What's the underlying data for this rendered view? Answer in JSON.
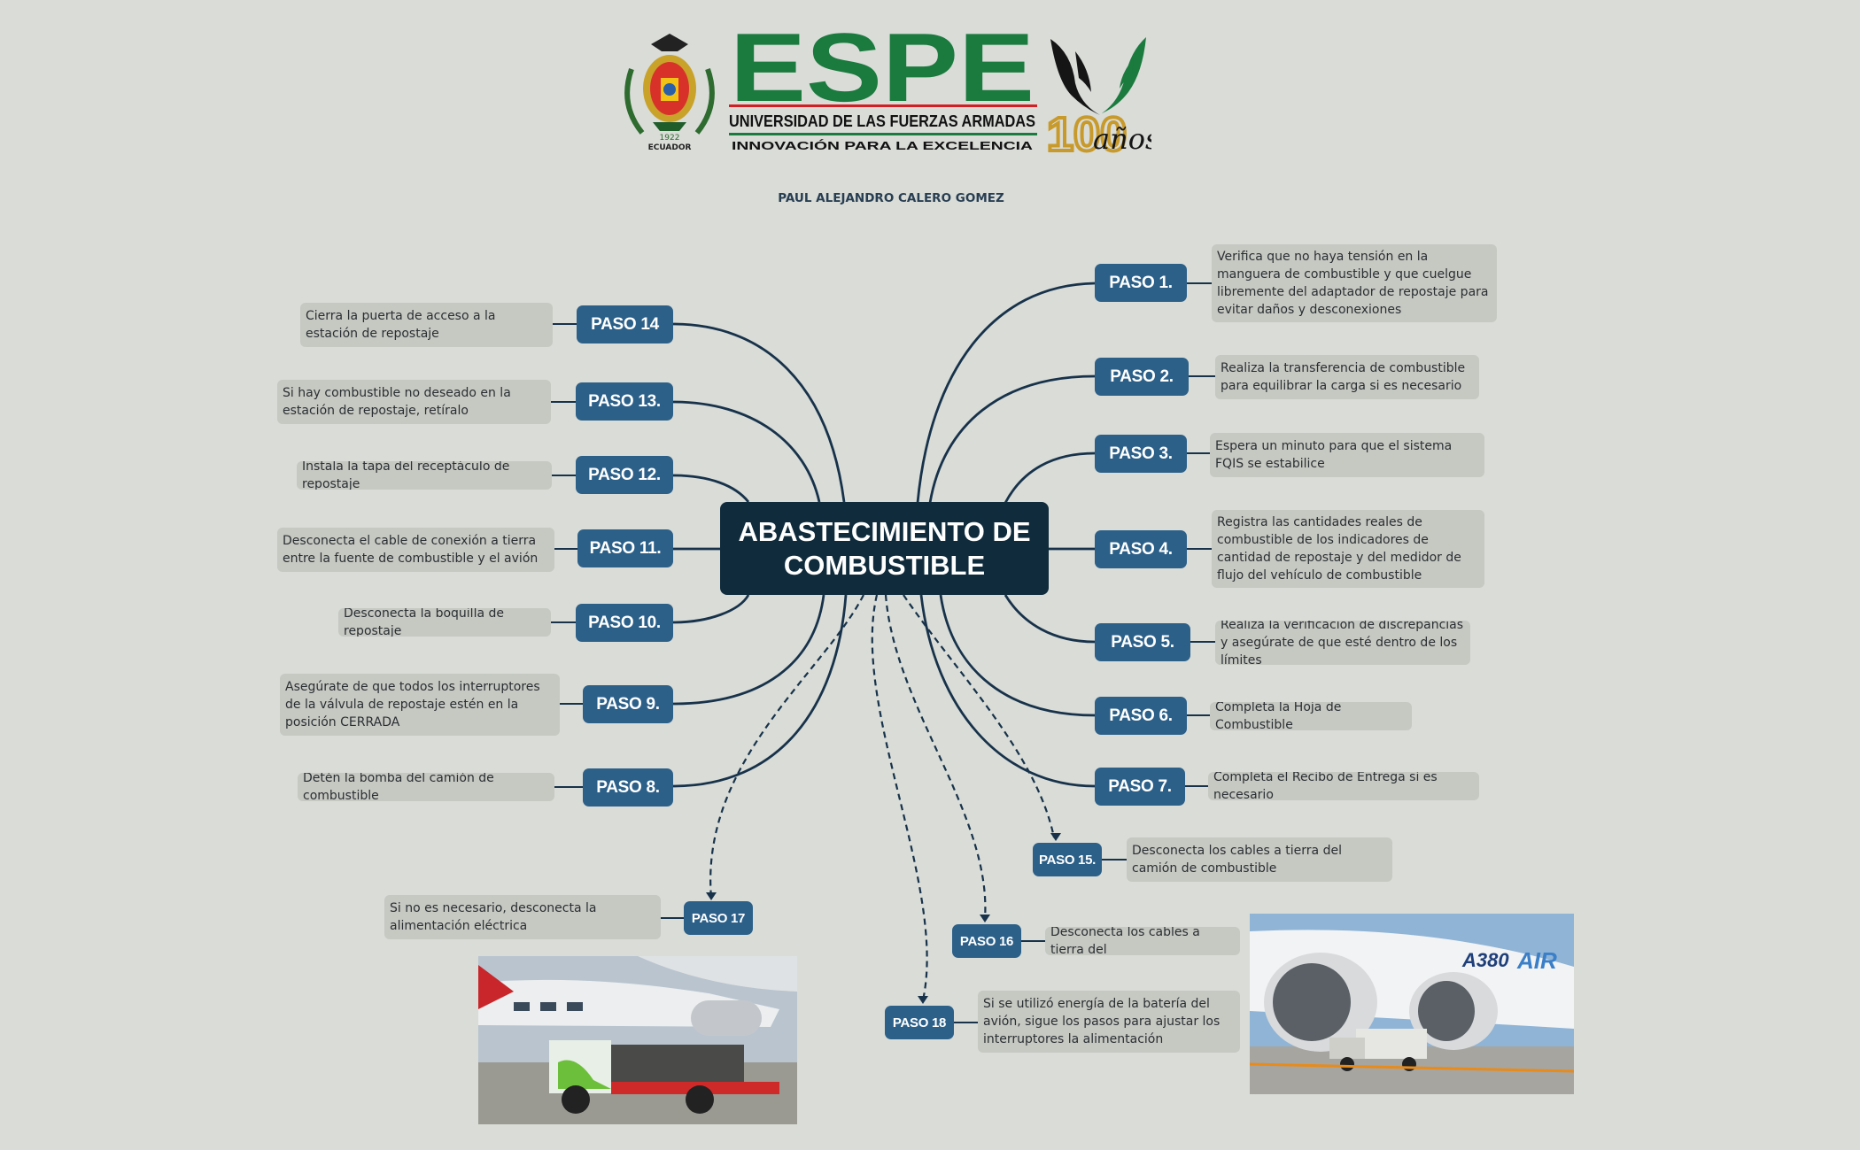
{
  "header": {
    "logo_text": "ESPE",
    "university": "UNIVERSIDAD DE LAS FUERZAS ARMADAS",
    "motto": "INNOVACIÓN PARA LA EXCELENCIA",
    "crest_country": "ECUADOR",
    "crest_year": "1922",
    "anniversary_number": "100",
    "anniversary_word": "años",
    "author": "PAUL ALEJANDRO CALERO GOMEZ"
  },
  "colors": {
    "background": "#d9dcd7",
    "center": "#0f2b3c",
    "step": "#2c6089",
    "description": "#c6c8c2",
    "connector": "#17324a",
    "brand_green": "#1b7a3e"
  },
  "center_title": "ABASTECIMIENTO DE\nCOMBUSTIBLE",
  "steps": [
    {
      "label": "PASO 1.",
      "text": "Verifica que no haya tensión en la manguera de combustible y que cuelgue libremente del adaptador de repostaje para evitar daños y desconexiones"
    },
    {
      "label": "PASO 2.",
      "text": "Realiza la transferencia de combustible para equilibrar la carga si es necesario"
    },
    {
      "label": "PASO 3.",
      "text": "Espera un minuto para que el sistema FQIS se estabilice"
    },
    {
      "label": "PASO 4.",
      "text": "Registra las cantidades reales de combustible de los indicadores de cantidad de repostaje y del medidor de flujo del vehículo de combustible"
    },
    {
      "label": "PASO 5.",
      "text": "Realiza la verificación de discrepancias y asegúrate de que esté dentro de los límites"
    },
    {
      "label": "PASO 6.",
      "text": "Completa la Hoja de Combustible"
    },
    {
      "label": "PASO 7.",
      "text": "Completa el Recibo de Entrega si es necesario"
    },
    {
      "label": "PASO 8.",
      "text": "Detén la bomba del camión de combustible"
    },
    {
      "label": "PASO 9.",
      "text": "Asegúrate de que todos los interruptores de la válvula de repostaje estén en la posición CERRADA"
    },
    {
      "label": "PASO 10.",
      "text": "Desconecta la boquilla de repostaje"
    },
    {
      "label": "PASO 11.",
      "text": "Desconecta el cable de conexión a tierra entre la fuente de combustible y el avión"
    },
    {
      "label": "PASO 12.",
      "text": "Instala la tapa del receptáculo de repostaje"
    },
    {
      "label": "PASO 13.",
      "text": "Si hay combustible no deseado en la estación de repostaje, retíralo"
    },
    {
      "label": "PASO 14",
      "text": "Cierra la puerta de acceso a la estación de repostaje"
    },
    {
      "label": "PASO 15.",
      "text": "Desconecta los cables a tierra del camión de combustible"
    },
    {
      "label": "PASO 16",
      "text": "Desconecta los cables a tierra del"
    },
    {
      "label": "PASO 17",
      "text": "Si no es necesario, desconecta la alimentación eléctrica"
    },
    {
      "label": "PASO 18",
      "text": "Si se utilizó energía de la batería del avión, sigue los pasos para ajustar los interruptores la alimentación"
    }
  ],
  "photos": {
    "left_caption": "",
    "right_caption": "",
    "aircraft_label": "A380",
    "aircraft_livery": "AIR"
  }
}
